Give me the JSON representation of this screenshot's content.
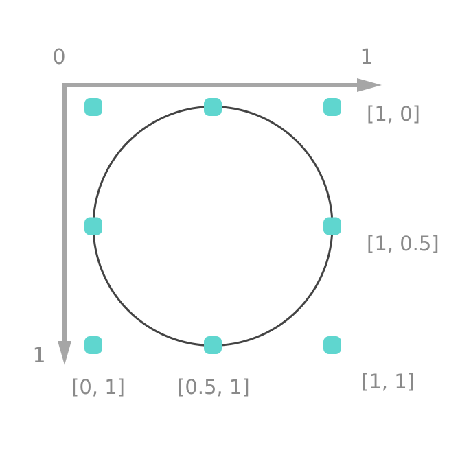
{
  "axes": {
    "origin_label": "0",
    "x_end_label": "1",
    "y_end_label": "1",
    "axis_color": "#a6a6a6"
  },
  "circle": {
    "center": [
      0.5,
      0.5
    ],
    "radius": 0.5,
    "stroke_color": "#444444"
  },
  "points": {
    "color": "#5fd6cf",
    "items": [
      {
        "x": 0,
        "y": 0
      },
      {
        "x": 0.5,
        "y": 0
      },
      {
        "x": 1,
        "y": 0
      },
      {
        "x": 0,
        "y": 0.5
      },
      {
        "x": 1,
        "y": 0.5
      },
      {
        "x": 0,
        "y": 1
      },
      {
        "x": 0.5,
        "y": 1
      },
      {
        "x": 1,
        "y": 1
      }
    ]
  },
  "coordinate_labels": {
    "top_right": "[1, 0]",
    "middle_right": "[1, 0.5]",
    "bottom_left": "[0, 1]",
    "bottom_middle": "[0.5, 1]",
    "bottom_right": "[1, 1]"
  }
}
